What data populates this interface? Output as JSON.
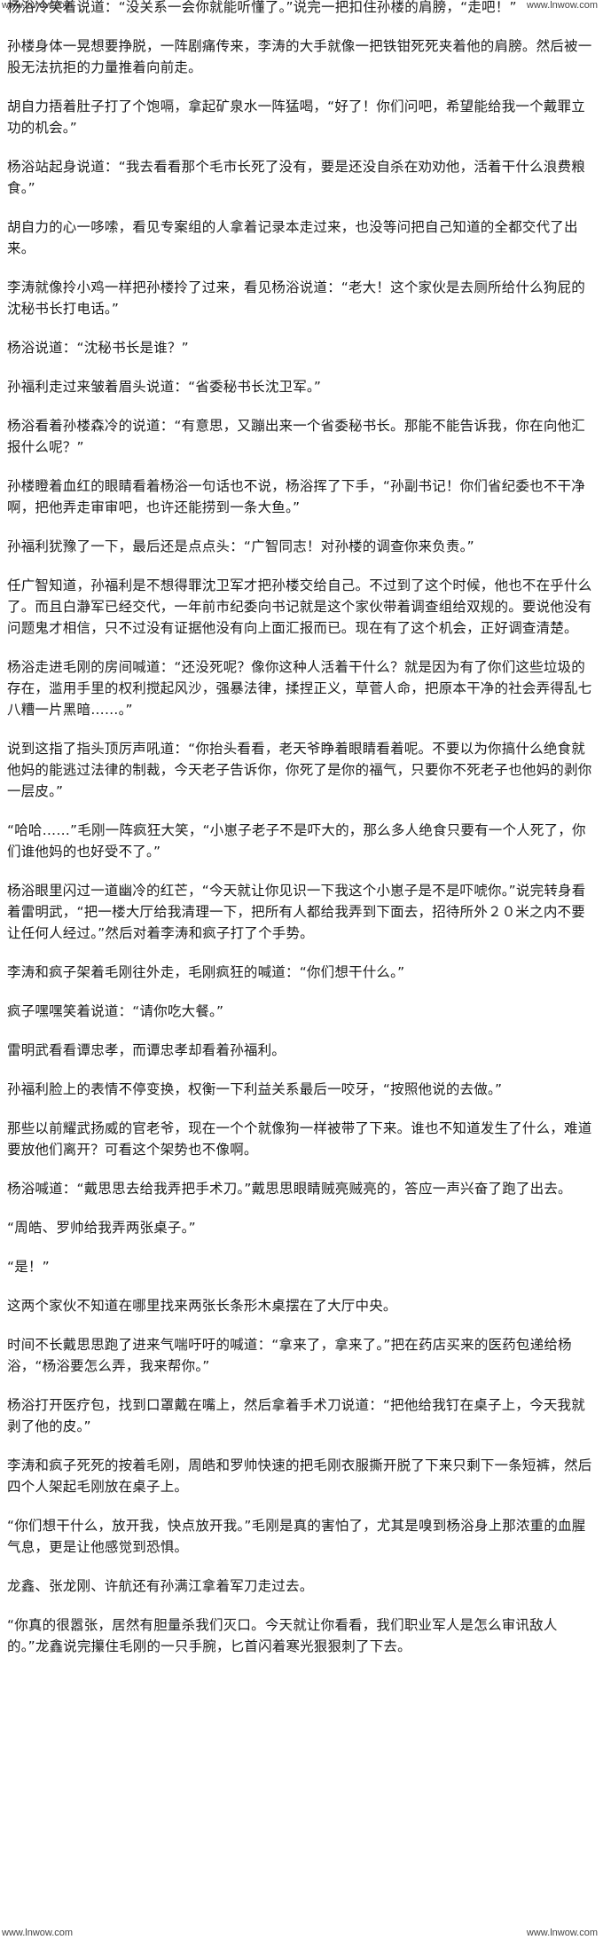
{
  "watermark": {
    "top_left": "www.lnwow.com",
    "top_right": "www.lnwow.com",
    "bottom_left": "www.lnwow.com",
    "bottom_right": "www.lnwow.com"
  },
  "paragraphs": [
    "杨浴冷笑着说道：“没关系一会你就能听懂了。”说完一把扣住孙楼的肩膀，“走吧！”",
    "孙楼身体一晃想要挣脱，一阵剧痛传来，李涛的大手就像一把铁钳死死夹着他的肩膀。然后被一股无法抗拒的力量推着向前走。",
    "胡自力捂着肚子打了个饱嗝，拿起矿泉水一阵猛喝，“好了！你们问吧，希望能给我一个戴罪立功的机会。”",
    "杨浴站起身说道：“我去看看那个毛市长死了没有，要是还没自杀在劝劝他，活着干什么浪费粮食。”",
    "胡自力的心一哆嗦，看见专案组的人拿着记录本走过来，也没等问把自己知道的全都交代了出来。",
    "李涛就像拎小鸡一样把孙楼拎了过来，看见杨浴说道：“老大！这个家伙是去厕所给什么狗屁的沈秘书长打电话。”",
    "杨浴说道：“沈秘书长是谁？”",
    "孙福利走过来皱着眉头说道：“省委秘书长沈卫军。”",
    "杨浴看着孙楼森冷的说道：“有意思，又蹦出来一个省委秘书长。那能不能告诉我，你在向他汇报什么呢？”",
    "孙楼瞪着血红的眼睛看着杨浴一句话也不说，杨浴挥了下手，“孙副书记！你们省纪委也不干净啊，把他弄走审审吧，也许还能捞到一条大鱼。”",
    "孙福利犹豫了一下，最后还是点点头：“广智同志！对孙楼的调查你来负责。”",
    "任广智知道，孙福利是不想得罪沈卫军才把孙楼交给自己。不过到了这个时候，他也不在乎什么了。而且白瀞军已经交代，一年前市纪委向书记就是这个家伙带着调查组给双规的。要说他没有问题鬼才相信，只不过没有证据他没有向上面汇报而已。现在有了这个机会，正好调查清楚。",
    "杨浴走进毛刚的房间喊道：“还没死呢？像你这种人活着干什么？就是因为有了你们这些垃圾的存在，滥用手里的权利搅起风沙，强暴法律，揉捏正义，草菅人命，把原本干净的社会弄得乱七八糟一片黑暗……。”",
    "说到这指了指头顶厉声吼道：“你抬头看看，老天爷睁着眼睛看着呢。不要以为你搞什么绝食就他妈的能逃过法律的制裁，今天老子告诉你，你死了是你的福气，只要你不死老子也他妈的剥你一层皮。”",
    "“哈哈……”毛刚一阵疯狂大笑，“小崽子老子不是吓大的，那么多人绝食只要有一个人死了，你们谁他妈的也好受不了。”",
    "杨浴眼里闪过一道幽冷的红芒，“今天就让你见识一下我这个小崽子是不是吓唬你。”说完转身看着雷明武，“把一楼大厅给我清理一下，把所有人都给我弄到下面去，招待所外２０米之内不要让任何人经过。”然后对着李涛和疯子打了个手势。",
    "李涛和疯子架着毛刚往外走，毛刚疯狂的喊道：“你们想干什么。”",
    "疯子嘿嘿笑着说道：“请你吃大餐。”",
    "雷明武看看谭忠孝，而谭忠孝却看着孙福利。",
    "孙福利脸上的表情不停变换，权衡一下利益关系最后一咬牙，“按照他说的去做。”",
    "那些以前耀武扬威的官老爷，现在一个个就像狗一样被带了下来。谁也不知道发生了什么，难道要放他们离开？可看这个架势也不像啊。",
    "杨浴喊道：“戴思思去给我弄把手术刀。”戴思思眼睛贼亮贼亮的，答应一声兴奋了跑了出去。",
    "“周皓、罗帅给我弄两张桌子。”",
    "“是！”",
    "这两个家伙不知道在哪里找来两张长条形木桌摆在了大厅中央。",
    "时间不长戴思思跑了进来气喘吁吁的喊道：“拿来了，拿来了。”把在药店买来的医药包递给杨浴，“杨浴要怎么弄，我来帮你。”",
    "杨浴打开医疗包，找到口罩戴在嘴上，然后拿着手术刀说道：“把他给我钉在桌子上，今天我就剥了他的皮。”",
    "李涛和疯子死死的按着毛刚，周皓和罗帅快速的把毛刚衣服撕开脱了下来只剩下一条短裤，然后四个人架起毛刚放在桌子上。",
    "“你们想干什么，放开我，快点放开我。”毛刚是真的害怕了，尤其是嗅到杨浴身上那浓重的血腥气息，更是让他感觉到恐惧。",
    "龙鑫、张龙刚、许航还有孙满江拿着军刀走过去。",
    "“你真的很嚣张，居然有胆量杀我们灭口。今天就让你看看，我们职业军人是怎么审讯敌人的。”龙鑫说完攥住毛刚的一只手腕，匕首闪着寒光狠狠刺了下去。"
  ]
}
